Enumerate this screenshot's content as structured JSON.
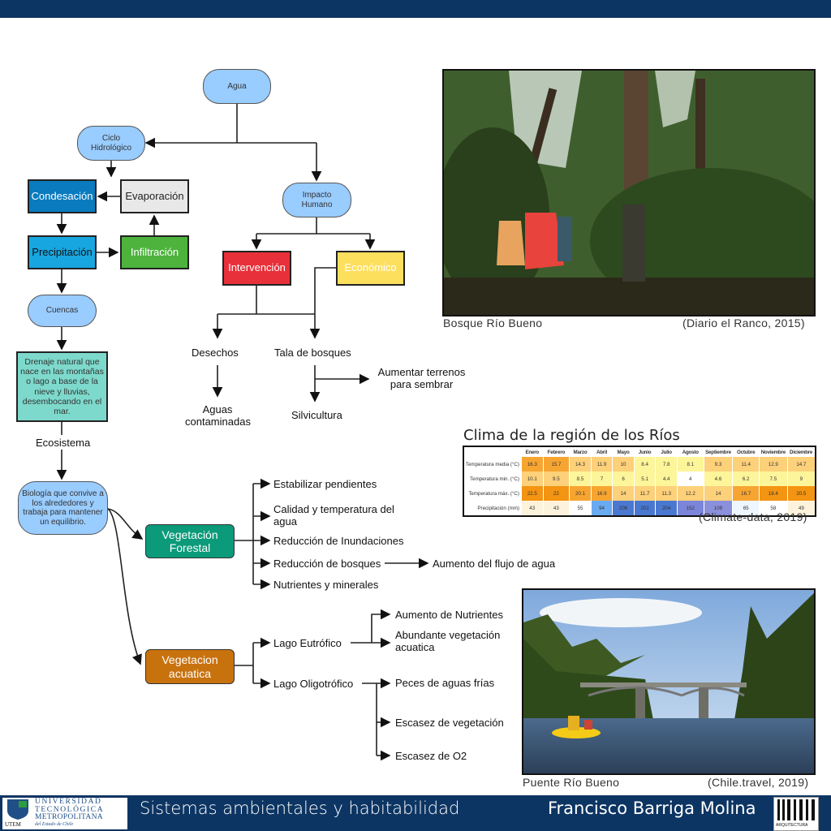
{
  "flowchart": {
    "agua": "Agua",
    "ciclo": "Ciclo Hidrológico",
    "condensacion": "Condesación",
    "evaporacion": "Evaporación",
    "precipitacion": "Precipitación",
    "infiltracion": "Infiltración",
    "cuencas": "Cuencas",
    "drenaje": "Drenaje natural que nace en las montañas o lago a base de la nieve y lluvias, desembocando en el mar.",
    "ecosistema": "Ecosistema",
    "biologia": "Biología que convive a los alrededores y trabaja para mantener un equilibrio.",
    "impacto": "Impacto Humano",
    "intervencion": "Intervención",
    "economico": "Económico",
    "desechos": "Desechos",
    "tala": "Tala de bosques",
    "aguas_contaminadas": "Aguas contaminadas",
    "aumentar_terrenos": "Aumentar terrenos para sembrar",
    "silvicultura": "Silvicultura",
    "veg_forestal": "Vegetación Forestal",
    "veg_acuatica": "Vegetacion acuatica",
    "forestal_items": [
      "Estabilizar pendientes",
      "Calidad y temperatura del agua",
      "Reducción de Inundaciones",
      "Reducción de bosques",
      "Nutrientes y minerales"
    ],
    "aumento_flujo": "Aumento del flujo de agua",
    "lago_eutrofico": "Lago Eutrófico",
    "lago_oligotrofico": "Lago Oligotrófico",
    "eutrofico_items": [
      "Aumento de Nutrientes",
      "Abundante vegetación acuatica"
    ],
    "oligotrofico_items": [
      "Peces de aguas frías",
      "Escasez de vegetación",
      "Escasez de O2"
    ]
  },
  "photos": {
    "bosque": {
      "caption": "Bosque Río Bueno",
      "source": "(Diario el Ranco, 2015)"
    },
    "puente": {
      "caption": "Puente Río Bueno",
      "source": "(Chile.travel, 2019)"
    }
  },
  "clima": {
    "title": "Clima de la región de los Ríos",
    "source": "(Climate-data, 2019)",
    "months": [
      "Enero",
      "Febrero",
      "Marzo",
      "Abril",
      "Mayo",
      "Junio",
      "Julio",
      "Agosto",
      "Septiembre",
      "Octubre",
      "Noviembre",
      "Diciembre"
    ],
    "rows": [
      {
        "label": "Temperatura media (°C)",
        "values": [
          "16.3",
          "15.7",
          "14.3",
          "11.9",
          "10",
          "8.4",
          "7.8",
          "8.1",
          "9.3",
          "11.4",
          "12.9",
          "14.7"
        ],
        "colors": [
          "#f7a531",
          "#f7a531",
          "#fdd07a",
          "#fdd07a",
          "#fdd07a",
          "#fdf59a",
          "#fdf59a",
          "#fdf59a",
          "#fdd07a",
          "#fdd07a",
          "#fdd07a",
          "#fdd07a"
        ]
      },
      {
        "label": "Temperatura min. (°C)",
        "values": [
          "10.1",
          "9.5",
          "8.5",
          "7",
          "6",
          "5.1",
          "4.4",
          "4",
          "4.6",
          "6.2",
          "7.5",
          "9"
        ],
        "colors": [
          "#fdd07a",
          "#fdd07a",
          "#fdf59a",
          "#fdf59a",
          "#fdf59a",
          "#fdf59a",
          "#fdf59a",
          "#ffffff",
          "#fdf59a",
          "#fdf59a",
          "#fdf59a",
          "#fdf59a"
        ]
      },
      {
        "label": "Temperatura máx. (°C)",
        "values": [
          "22.5",
          "22",
          "20.1",
          "16.9",
          "14",
          "11.7",
          "11.3",
          "12.2",
          "14",
          "16.7",
          "18.4",
          "20.5"
        ],
        "colors": [
          "#f39412",
          "#f39412",
          "#f7a531",
          "#f7a531",
          "#fdd07a",
          "#fdd07a",
          "#fdd07a",
          "#fdd07a",
          "#fdd07a",
          "#f7a531",
          "#f39412",
          "#f39412"
        ]
      },
      {
        "label": "Precipitación (mm)",
        "values": [
          "43",
          "43",
          "55",
          "94",
          "206",
          "202",
          "204",
          "152",
          "109",
          "65",
          "58",
          "49"
        ],
        "colors": [
          "#fdf3dc",
          "#fdf3dc",
          "#ffffff",
          "#6aaaf0",
          "#4a78d0",
          "#4a78d0",
          "#4a78d0",
          "#7b85da",
          "#8b90dc",
          "#eef6ff",
          "#ffffff",
          "#fdf3dc"
        ]
      }
    ]
  },
  "footer": {
    "course": "Sistemas ambientales y habitabilidad",
    "author": "Francisco Barriga Molina",
    "university_logo": [
      "UNIVERSIDAD",
      "TECNOLÓGICA",
      "METROPOLITANA",
      "del Estado de Chile",
      "UTEM"
    ],
    "arq_logo": "ARQUITECTURA"
  },
  "colors": {
    "navy": "#0d3563",
    "pill_blue": "#99ccff",
    "condensacion": "#0a7bbf",
    "precipitacion": "#17a6e0",
    "infiltracion": "#4db33d",
    "evaporacion": "#e8e8e8",
    "drenaje": "#7dd9cc",
    "intervencion": "#e8303a",
    "economico": "#fddf5e",
    "forestal": "#0b9a7a",
    "acuatica": "#c8720e"
  }
}
